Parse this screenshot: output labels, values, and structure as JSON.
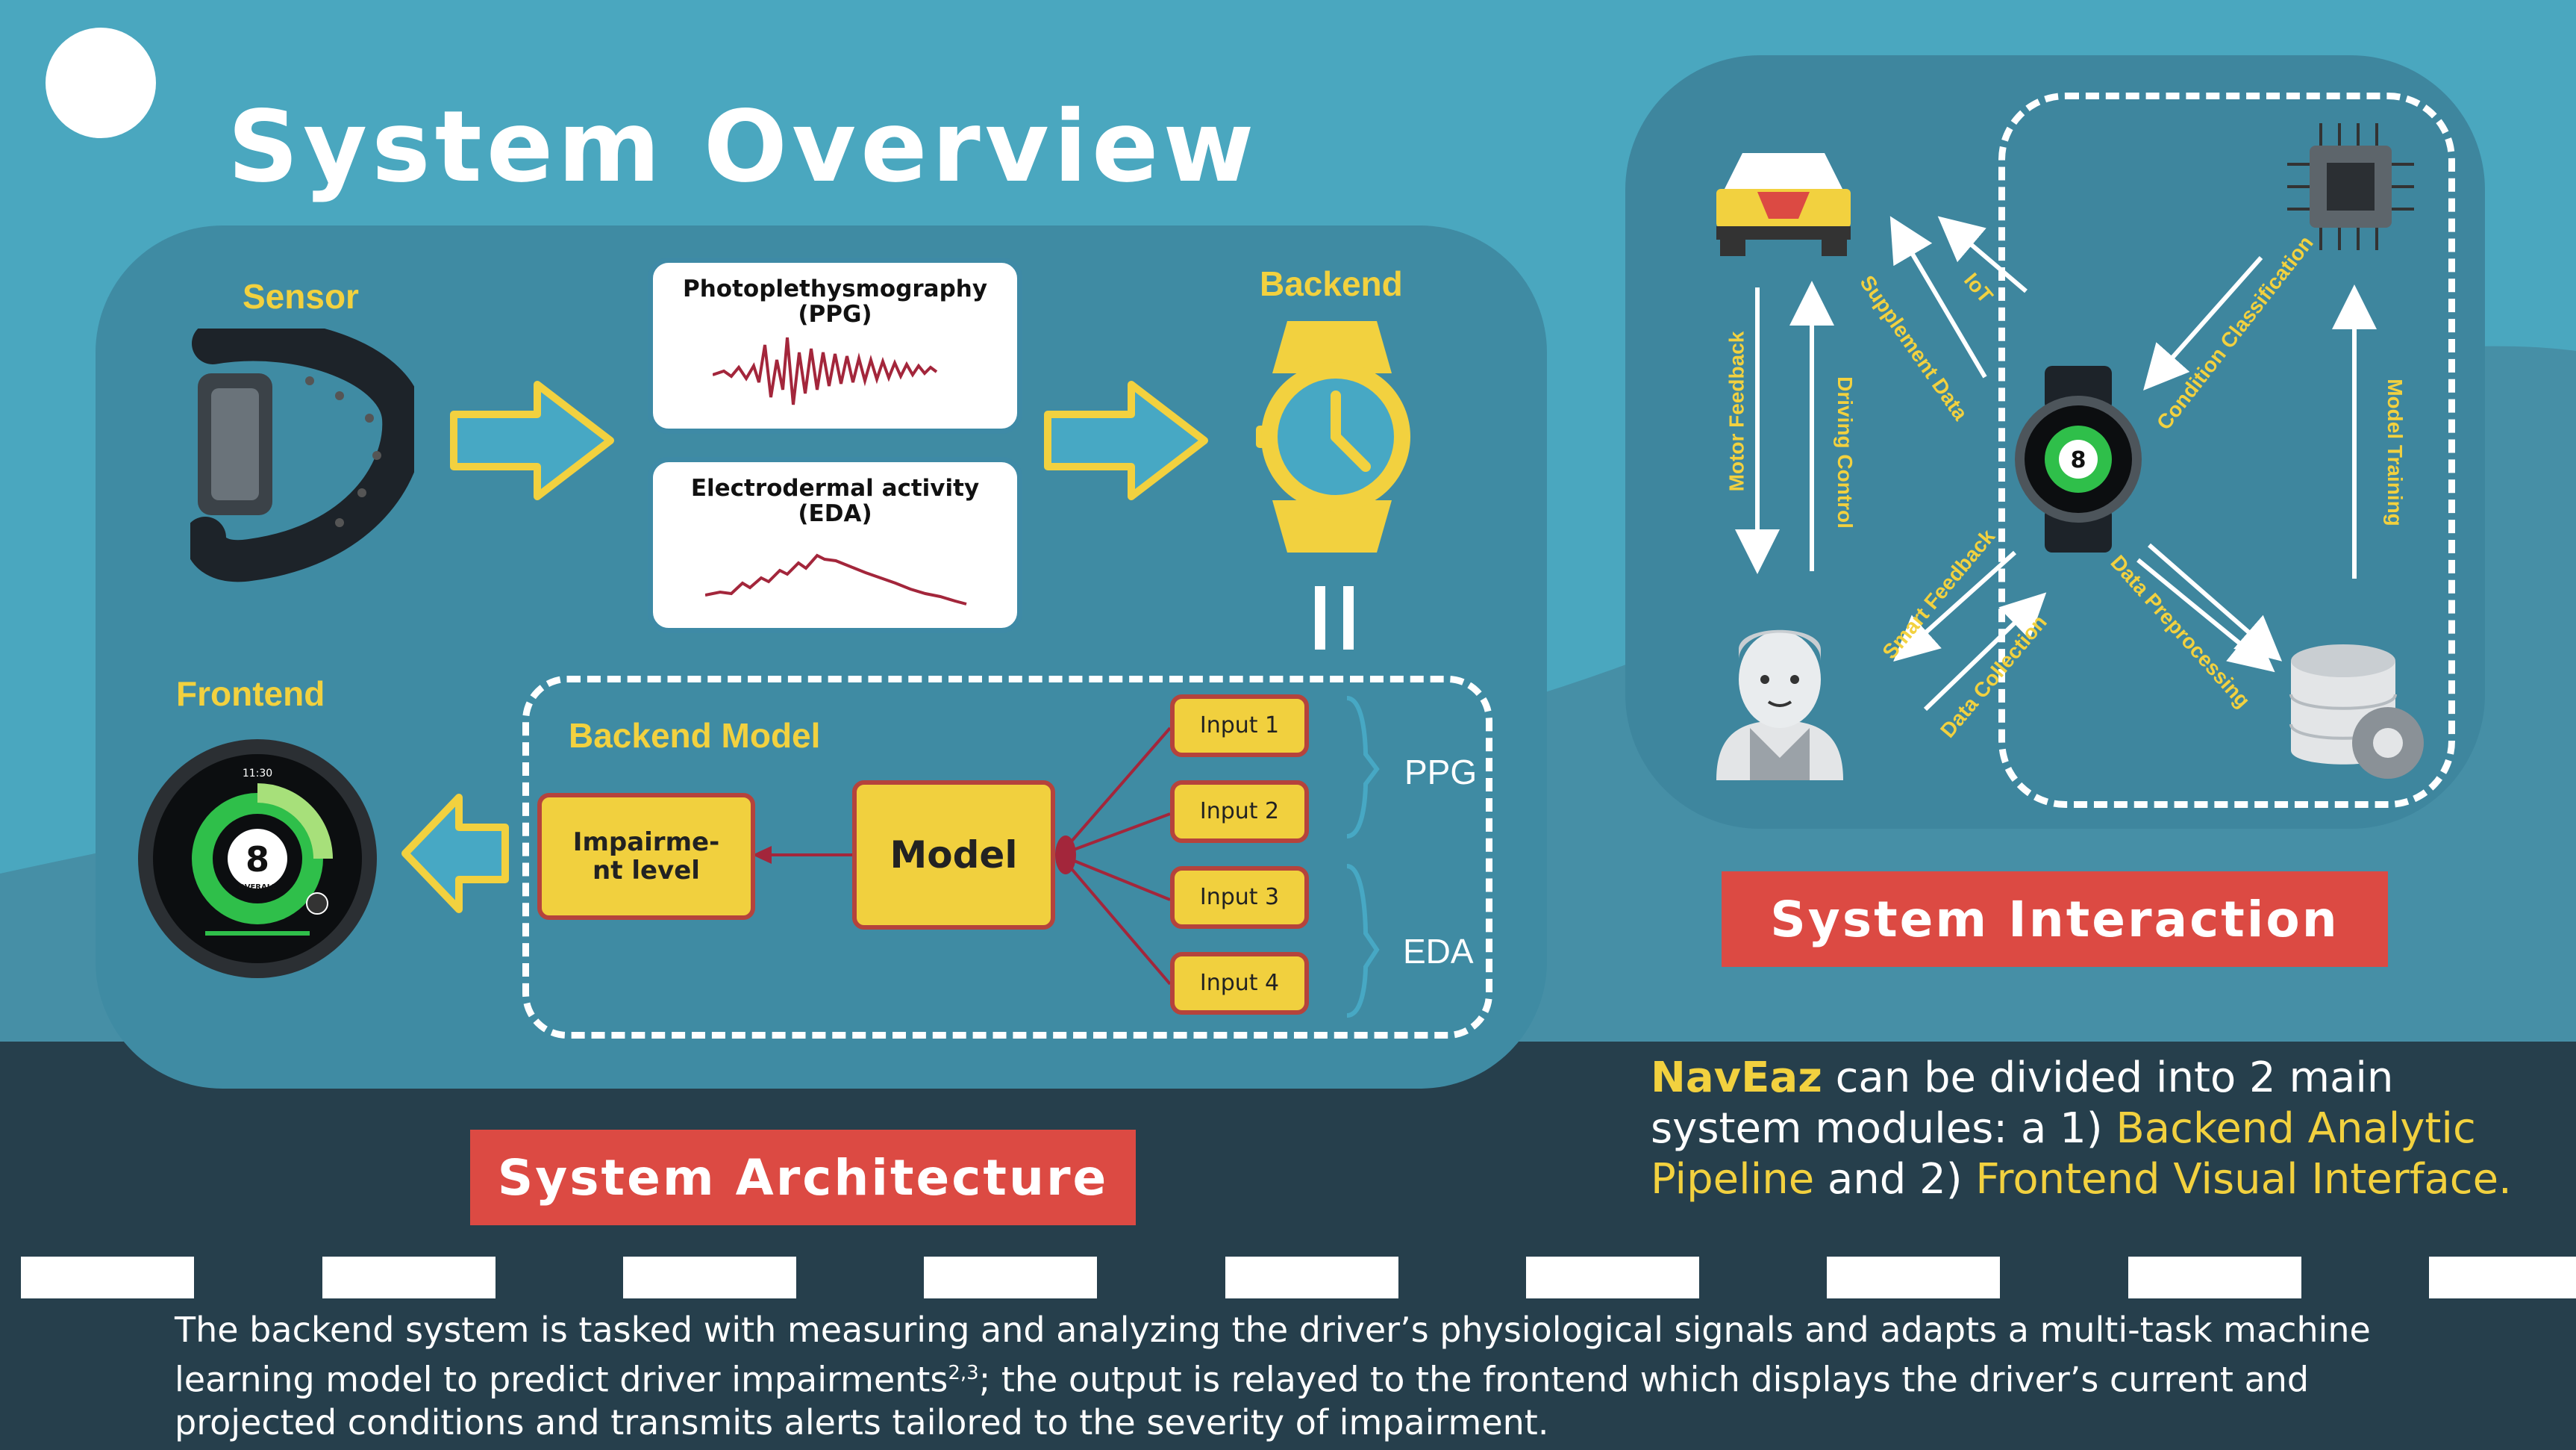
{
  "title": "System Overview",
  "architecture": {
    "sensor_label": "Sensor",
    "backend_label": "Backend",
    "frontend_label": "Frontend",
    "ppg_card": "Photoplethysmography (PPG)",
    "eda_card": "Electrodermal activity (EDA)",
    "backend_model_label": "Backend Model",
    "model_label": "Model",
    "impairment_label": "Impairme- nt level",
    "inputs": [
      "Input 1",
      "Input 2",
      "Input 3",
      "Input 4"
    ],
    "ppg_group": "PPG",
    "eda_group": "EDA",
    "watch_time": "11:30",
    "watch_score": "8",
    "watch_caption": "OVERALL",
    "banner": "System Architecture"
  },
  "interaction": {
    "labels": {
      "motor_feedback": "Motor Feedback",
      "driving_control": "Driving Control",
      "supplement_data": "Supplement Data",
      "iot": "IoT",
      "condition_classification": "Condition Classification",
      "model_training": "Model Training",
      "smart_feedback": "Smart Feedback",
      "data_collection": "Data Collection",
      "data_preprocessing": "Data Preprocessing"
    },
    "watch_score": "8",
    "banner": "System Interaction"
  },
  "summary": {
    "brand": "NavEaz",
    "text1": " can be divided into 2 main system modules: a 1) ",
    "module1": "Backend Analytic Pipeline",
    "text2": " and 2) ",
    "module2": "Frontend Visual Interface."
  },
  "footer": {
    "part1": "The backend system is tasked with measuring and analyzing the driver’s physiological signals and adapts a multi-task machine learning model to predict driver impairments",
    "superscript": "2,3",
    "part2": "; the output is relayed to the frontend which displays the driver’s current and projected conditions and transmits alerts tailored to the severity of impairment."
  },
  "colors": {
    "background": "#4aa7bf",
    "panel": "#3f8ba3",
    "road": "#263f4c",
    "accent_yellow": "#f2d13f",
    "banner_red": "#dc4a43",
    "box_border": "#b5433c"
  }
}
